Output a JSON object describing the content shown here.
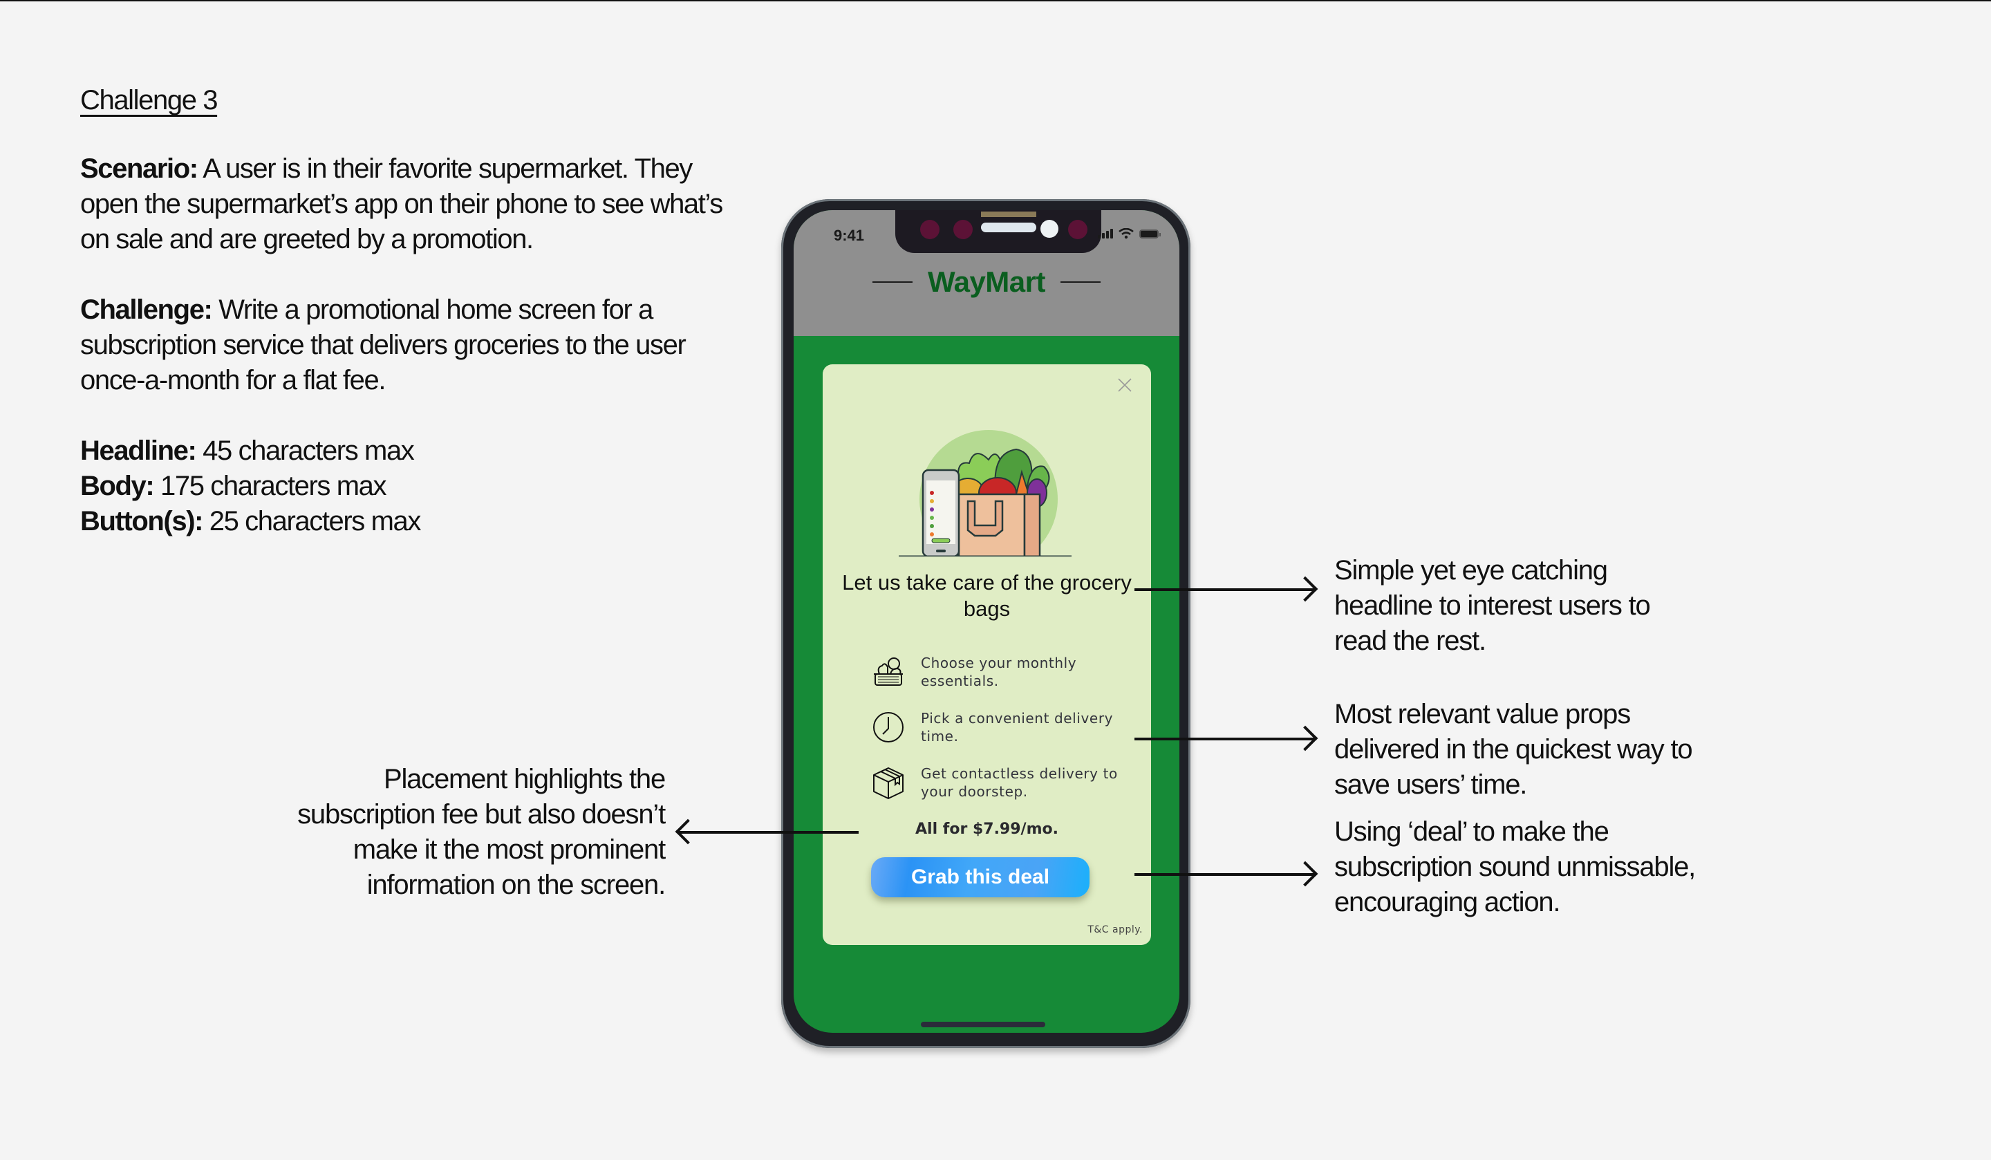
{
  "brief": {
    "title": "Challenge 3",
    "scenario_label": "Scenario:",
    "scenario_text": " A user is in their favorite supermarket. They open the supermarket’s app on their phone to see what’s on sale and are greeted by a promotion.",
    "challenge_label": "Challenge:",
    "challenge_text": " Write a promotional home screen for a subscription service that delivers groceries to the user once-a-month for a flat fee.",
    "limits": [
      {
        "label": "Headline:",
        "value": " 45 characters max"
      },
      {
        "label": "Body:",
        "value": " 175 characters max"
      },
      {
        "label": "Button(s):",
        "value": " 25 characters max"
      }
    ]
  },
  "phone": {
    "status": {
      "time": "9:41",
      "icons": [
        "signal-icon",
        "wifi-icon",
        "battery-icon"
      ]
    },
    "app_name": "WayMart",
    "colors": {
      "brand_green": "#0a5e1f",
      "screen_green": "#168a37",
      "card_bg": "#e0edc5",
      "header_gray": "#8f8f8f",
      "cta_blue": "#41a7f8"
    },
    "promo": {
      "close_icon": "close-icon",
      "illustration": "grocery-bag-and-phone-illustration",
      "headline": "Let us take care of the grocery bags",
      "value_props": [
        {
          "icon": "grocery-basket-icon",
          "text": "Choose your monthly essentials."
        },
        {
          "icon": "clock-icon",
          "text": "Pick a convenient delivery time."
        },
        {
          "icon": "package-box-icon",
          "text": "Get contactless delivery to your doorstep."
        }
      ],
      "price": "All for $7.99/mo.",
      "cta_label": "Grab this deal",
      "terms": "T&C apply."
    }
  },
  "annotations": {
    "headline_note": "Simple yet eye catching headline to interest users to read the rest.",
    "props_note": "Most relevant value props delivered in the quickest way to save users’ time.",
    "cta_note": "Using ‘deal’ to make the subscription sound unmissable, encouraging action.",
    "price_note": "Placement highlights the subscription fee but also doesn’t make it the most prominent information on the screen."
  }
}
